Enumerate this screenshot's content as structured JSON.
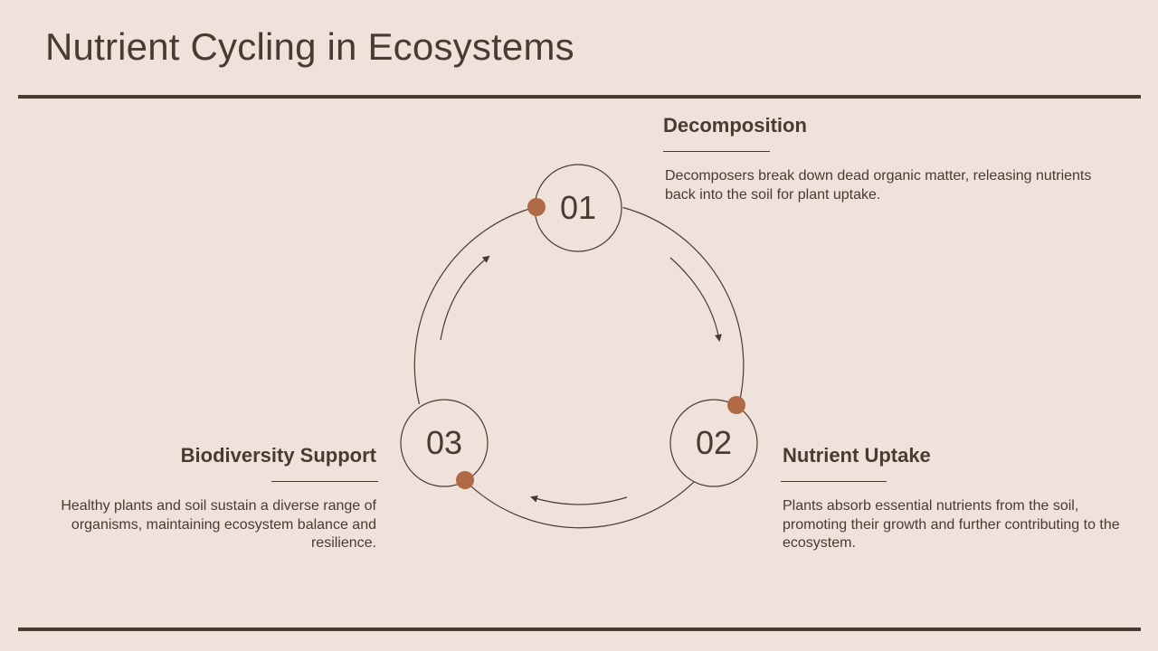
{
  "slide": {
    "title": "Nutrient Cycling in Ecosystems"
  },
  "steps": [
    {
      "number": "01",
      "heading": "Decomposition",
      "description": "Decomposers break down dead organic matter, releasing nutrients back into the soil for plant uptake."
    },
    {
      "number": "02",
      "heading": "Nutrient Uptake",
      "description": "Plants absorb essential nutrients from the soil, promoting their growth and further contributing to the ecosystem."
    },
    {
      "number": "03",
      "heading": "Biodiversity Support",
      "description": "Healthy plants and soil sustain a diverse range of organisms, maintaining ecosystem balance and resilience."
    }
  ],
  "colors": {
    "background": "#efe2da",
    "text": "#4a3a32",
    "accent_dot": "#b06a45"
  }
}
